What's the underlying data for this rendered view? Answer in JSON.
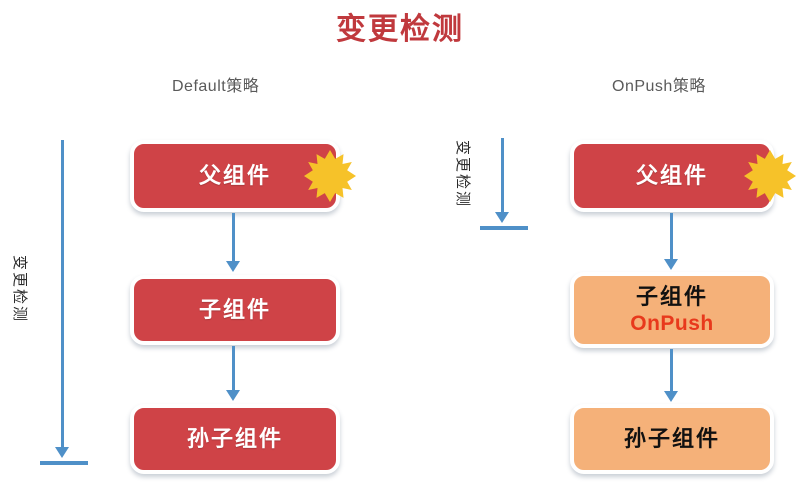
{
  "page": {
    "title": "变更检测",
    "title_color": "#c0393d",
    "background": "#ffffff"
  },
  "colors": {
    "red_node": "#cf4347",
    "orange_node": "#f5b179",
    "arrow_blue": "#4f90c8",
    "burst_yellow": "#f6c229",
    "onpush_red": "#e8391c",
    "header_gray": "#5a5a5a"
  },
  "columns": [
    {
      "id": "default-strategy",
      "header": "Default策略",
      "side_arrow": {
        "label": "变更检测",
        "direction": "down",
        "spans_full_column": true
      },
      "nodes": [
        {
          "id": "parent",
          "label": "父组件",
          "sublabel": "",
          "style": "red",
          "burst": true
        },
        {
          "id": "child",
          "label": "子组件",
          "sublabel": "",
          "style": "red",
          "burst": false
        },
        {
          "id": "grandchild",
          "label": "孙子组件",
          "sublabel": "",
          "style": "red",
          "burst": false
        }
      ]
    },
    {
      "id": "onpush-strategy",
      "header": "OnPush策略",
      "side_arrow": {
        "label": "变更检测",
        "direction": "down",
        "spans_full_column": false
      },
      "nodes": [
        {
          "id": "parent",
          "label": "父组件",
          "sublabel": "",
          "style": "red",
          "burst": true
        },
        {
          "id": "child",
          "label": "子组件",
          "sublabel": "OnPush",
          "style": "orange",
          "burst": false
        },
        {
          "id": "grandchild",
          "label": "孙子组件",
          "sublabel": "",
          "style": "orange",
          "burst": false
        }
      ]
    }
  ]
}
